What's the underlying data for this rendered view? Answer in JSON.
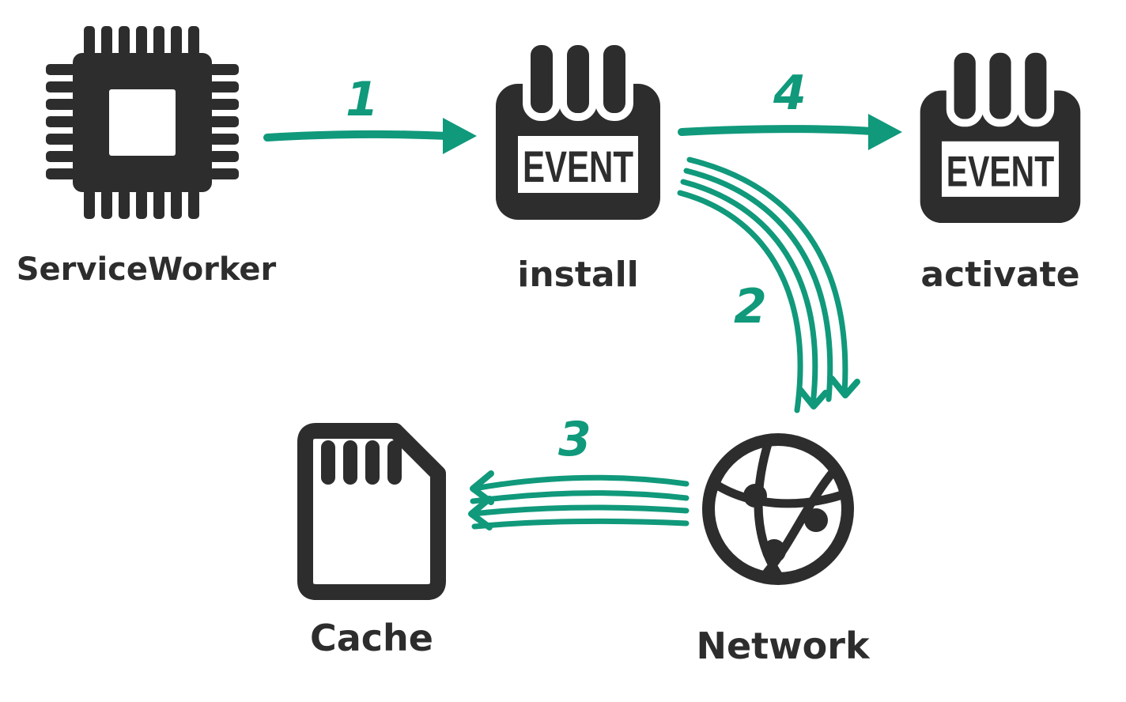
{
  "colors": {
    "node_ink": "#2d2d2d",
    "arrow_accent": "#10997b",
    "background": "#ffffff"
  },
  "nodes": {
    "service_worker": {
      "label": "ServiceWorker",
      "icon": "chip-icon"
    },
    "install": {
      "label": "install",
      "icon": "event-calendar-icon",
      "icon_text": "EVENT"
    },
    "activate": {
      "label": "activate",
      "icon": "event-calendar-icon",
      "icon_text": "EVENT"
    },
    "cache": {
      "label": "Cache",
      "icon": "sd-card-icon"
    },
    "network": {
      "label": "Network",
      "icon": "globe-network-icon"
    }
  },
  "edges": {
    "step1": {
      "label": "1",
      "from": "service_worker",
      "to": "install"
    },
    "step2": {
      "label": "2",
      "from": "install",
      "to": "network"
    },
    "step3": {
      "label": "3",
      "from": "network",
      "to": "cache"
    },
    "step4": {
      "label": "4",
      "from": "install",
      "to": "activate"
    }
  }
}
